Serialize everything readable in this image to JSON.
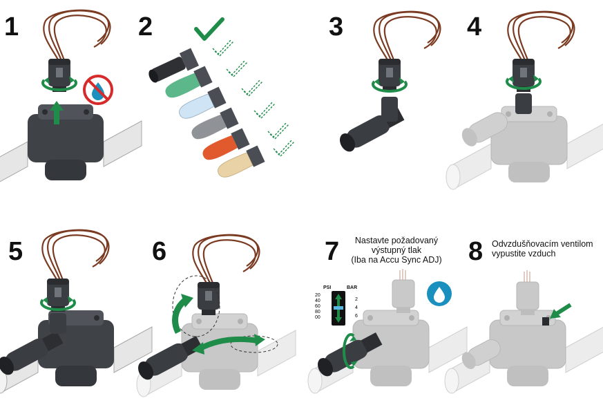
{
  "colors": {
    "wire": "#7a3b22",
    "valve_dark": "#3a3d42",
    "valve_mid": "#555a60",
    "pipe": "#e6e6e6",
    "pipe_shadow": "#bdbdbd",
    "ghost": "#c4c4c4",
    "green": "#1f8c4a",
    "blue_drop": "#1b8fbd",
    "red_prohibit": "#d62b2b",
    "cap_green": "#5cb88a",
    "cap_blue": "#cfe4f4",
    "cap_gray": "#8f9296",
    "cap_red": "#e05a2e",
    "cap_tan": "#e9d3a6"
  },
  "steps": [
    {
      "number": "1",
      "icon": "no-water-icon"
    },
    {
      "number": "2",
      "icon": "checkmark-icon"
    },
    {
      "number": "3"
    },
    {
      "number": "4"
    },
    {
      "number": "5"
    },
    {
      "number": "6"
    },
    {
      "number": "7",
      "caption": [
        "Nastavte požadovaný",
        "výstupný tlak",
        "(Iba na Accu Sync ADJ)"
      ],
      "gauge": {
        "left_unit": "PSI",
        "right_unit": "BAR",
        "psi_ticks": [
          "20",
          "40",
          "60",
          "80",
          "00"
        ],
        "bar_ticks": [
          "2",
          "4",
          "6"
        ]
      },
      "icon": "water-drop-icon"
    },
    {
      "number": "8",
      "caption": [
        "Odvzdušňovacím ventilom",
        "vypustite vzduch"
      ]
    }
  ]
}
